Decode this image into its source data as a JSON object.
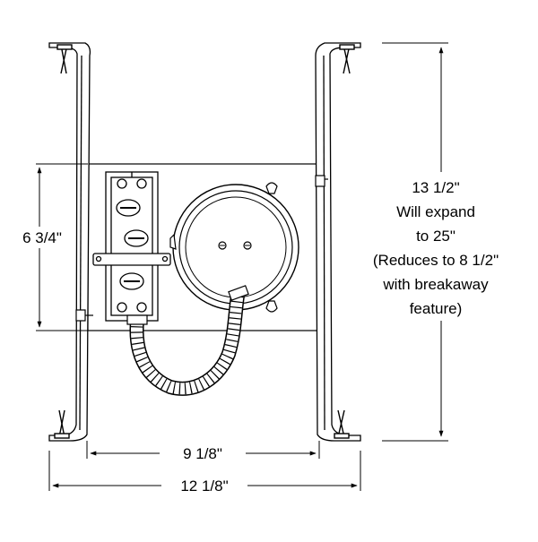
{
  "dimensions": {
    "frame_height": "6 3/4\"",
    "bar_span": "9 1/8\"",
    "overall_width": "12 1/8\""
  },
  "expansion_note": [
    "13 1/2\"",
    "Will expand",
    "to 25\"",
    "(Reduces to 8 1/2\"",
    "with breakaway",
    "feature)"
  ]
}
